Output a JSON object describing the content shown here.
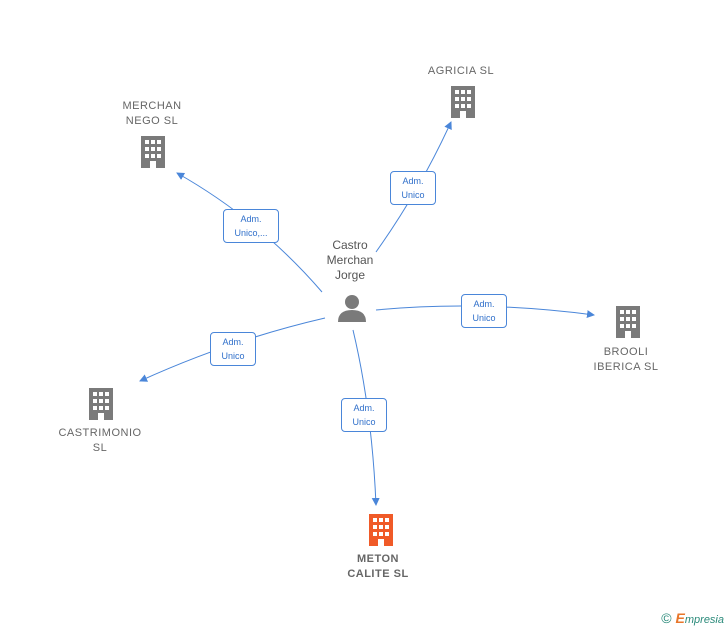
{
  "person": {
    "name": "Castro\nMerchan\nJorge"
  },
  "companies": [
    {
      "id": "agricia",
      "label": "AGRICIA  SL",
      "focus": false
    },
    {
      "id": "merchan",
      "label": "MERCHAN\nNEGO  SL",
      "focus": false
    },
    {
      "id": "brooli",
      "label": "BROOLI\nIBERICA  SL",
      "focus": false
    },
    {
      "id": "castrimonio",
      "label": "CASTRIMONIO\nSL",
      "focus": false
    },
    {
      "id": "meton",
      "label": "METON\nCALITE  SL",
      "focus": true
    }
  ],
  "relations": [
    {
      "to": "agricia",
      "label": "Adm.\nUnico"
    },
    {
      "to": "merchan",
      "label": "Adm.\nUnico,..."
    },
    {
      "to": "brooli",
      "label": "Adm.\nUnico"
    },
    {
      "to": "castrimonio",
      "label": "Adm.\nUnico"
    },
    {
      "to": "meton",
      "label": "Adm.\nUnico"
    }
  ],
  "colors": {
    "edge": "#4a86d9",
    "building": "#7a7a7a",
    "focus_building": "#f05a28",
    "person_icon": "#7a7a7a"
  },
  "footer": {
    "copyright": "©",
    "brand_first": "E",
    "brand_rest": "mpresia"
  }
}
